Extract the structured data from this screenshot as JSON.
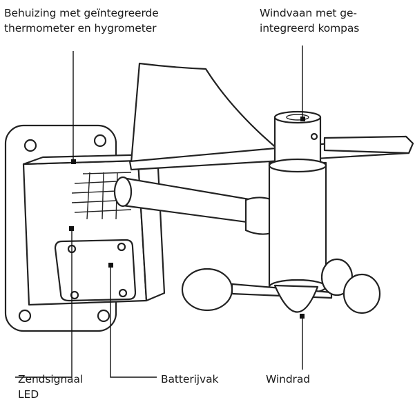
{
  "labels": {
    "housing": [
      "Behuizing met geïntegreerde",
      "thermometer en hygrometer"
    ],
    "vane": [
      "Windvaan met ge-",
      "integreerd kompas"
    ],
    "led": [
      "Zendsignaal",
      "LED"
    ],
    "battery": [
      "Batterijvak"
    ],
    "cups": [
      "Windrad"
    ]
  }
}
